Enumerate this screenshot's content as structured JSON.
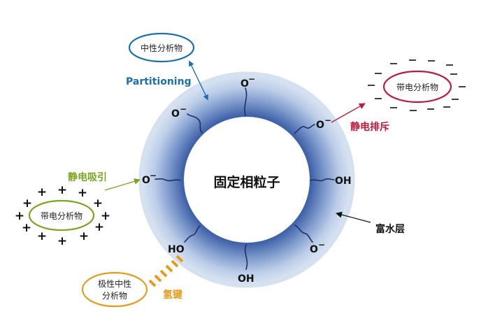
{
  "particle": {
    "label": "固定相粒子"
  },
  "water_layer": {
    "label": "富水层"
  },
  "neutral_analyte": {
    "label": "中性分析物",
    "interaction": "Partitioning"
  },
  "repelled_analyte": {
    "label": "带电分析物",
    "interaction": "静电排斥",
    "charge_symbol": "−"
  },
  "attracted_analyte": {
    "label": "带电分析物",
    "interaction": "静电吸引",
    "charge_symbol": "+"
  },
  "polar_analyte": {
    "label_line1": "极性中性",
    "label_line2": "分析物",
    "interaction": "氢键"
  },
  "groups": {
    "o_minus_top": "O",
    "o_minus_upper_left": "O",
    "o_minus_upper_right": "O",
    "o_minus_left": "O",
    "oh_right": "OH",
    "o_minus_lower_right": "O",
    "ho_lower_left": "HO",
    "oh_bottom": "OH",
    "minus_superscript": "−"
  },
  "colors": {
    "neutral": "#1a6fb0",
    "repel": "#c01a3a",
    "attract": "#7aa61f",
    "hbond": "#e89a1b",
    "ring_dark": "#5f7fbd",
    "ring_light": "#e7eef8"
  }
}
